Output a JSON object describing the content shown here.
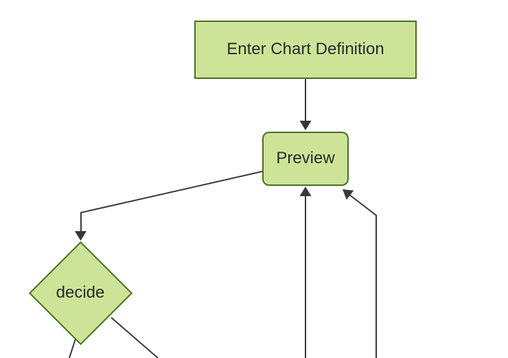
{
  "diagram": {
    "type": "flowchart",
    "direction": "top-down",
    "theme": "forest-green",
    "nodes": [
      {
        "id": "A",
        "label": "Enter Chart Definition",
        "shape": "rectangle"
      },
      {
        "id": "B",
        "label": "Preview",
        "shape": "rounded-rectangle"
      },
      {
        "id": "C",
        "label": "decide",
        "shape": "diamond"
      }
    ],
    "edges": [
      {
        "from": "Enter Chart Definition",
        "to": "Preview",
        "arrowhead": true
      },
      {
        "from": "Preview",
        "to": "decide",
        "arrowhead": true
      },
      {
        "from": "offscreen-bottom",
        "to": "Preview",
        "arrowhead": true
      },
      {
        "from": "offscreen-bottom-right",
        "to": "Preview",
        "arrowhead": true
      },
      {
        "from": "decide",
        "to": "offscreen-bottom-left",
        "arrowhead": false
      },
      {
        "from": "decide",
        "to": "offscreen-bottom-right",
        "arrowhead": false
      }
    ],
    "colors": {
      "background": "#ffffff",
      "node_fill": "#cde498",
      "node_border": "#476f22",
      "edge_line": "#383838",
      "label_text": "#2b2b2b"
    }
  }
}
